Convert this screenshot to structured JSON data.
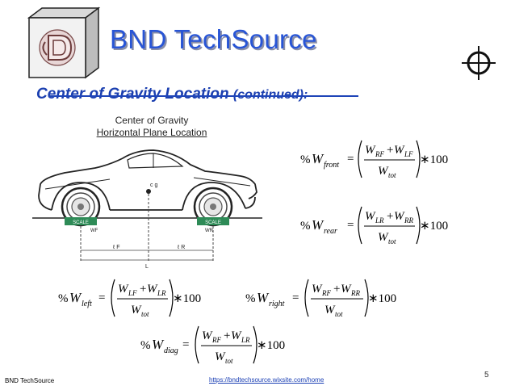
{
  "header": {
    "brand": "BND TechSource"
  },
  "slide": {
    "title": "Center of Gravity Location",
    "title_suffix": "(continued):"
  },
  "figure": {
    "title_line1": "Center of Gravity",
    "title_line2": "Horizontal Plane Location",
    "cg_label": "c g",
    "scale_left": "SCALE",
    "scale_right": "SCALE",
    "wf_label": "WF",
    "wr_label": "WR",
    "lf_label": "ℓ F",
    "lr_label": "ℓ R",
    "l_label": "L"
  },
  "equations": {
    "front": {
      "lhs_pct": "%",
      "lhs_w": "W",
      "lhs_sub": "front",
      "num_a": "W",
      "num_a_sub": "RF",
      "num_b": "W",
      "num_b_sub": "LF",
      "den": "W",
      "den_sub": "tot",
      "mult": "∗100",
      "plus": "+",
      "eq": "="
    },
    "rear": {
      "lhs_pct": "%",
      "lhs_w": "W",
      "lhs_sub": "rear",
      "num_a": "W",
      "num_a_sub": "LR",
      "num_b": "W",
      "num_b_sub": "RR",
      "den": "W",
      "den_sub": "tot",
      "mult": "∗100",
      "plus": "+",
      "eq": "="
    },
    "left": {
      "lhs_pct": "%",
      "lhs_w": "W",
      "lhs_sub": "left",
      "num_a": "W",
      "num_a_sub": "LF",
      "num_b": "W",
      "num_b_sub": "LR",
      "den": "W",
      "den_sub": "tot",
      "mult": "∗100",
      "plus": "+",
      "eq": "="
    },
    "right": {
      "lhs_pct": "%",
      "lhs_w": "W",
      "lhs_sub": "right",
      "num_a": "W",
      "num_a_sub": "RF",
      "num_b": "W",
      "num_b_sub": "RR",
      "den": "W",
      "den_sub": "tot",
      "mult": "∗100",
      "plus": "+",
      "eq": "="
    },
    "diag": {
      "lhs_pct": "%",
      "lhs_w": "W",
      "lhs_sub": "diag",
      "num_a": "W",
      "num_a_sub": "RF",
      "num_b": "W",
      "num_b_sub": "LR",
      "den": "W",
      "den_sub": "tot",
      "mult": "∗100",
      "plus": "+",
      "eq": "="
    }
  },
  "footer": {
    "left": "BND TechSource",
    "link": "https://bndtechsource.wixsite.com/home",
    "page": "5"
  },
  "colors": {
    "brand": "#2855d6",
    "title": "#1b3fb0",
    "scale": "#2e8b57"
  }
}
